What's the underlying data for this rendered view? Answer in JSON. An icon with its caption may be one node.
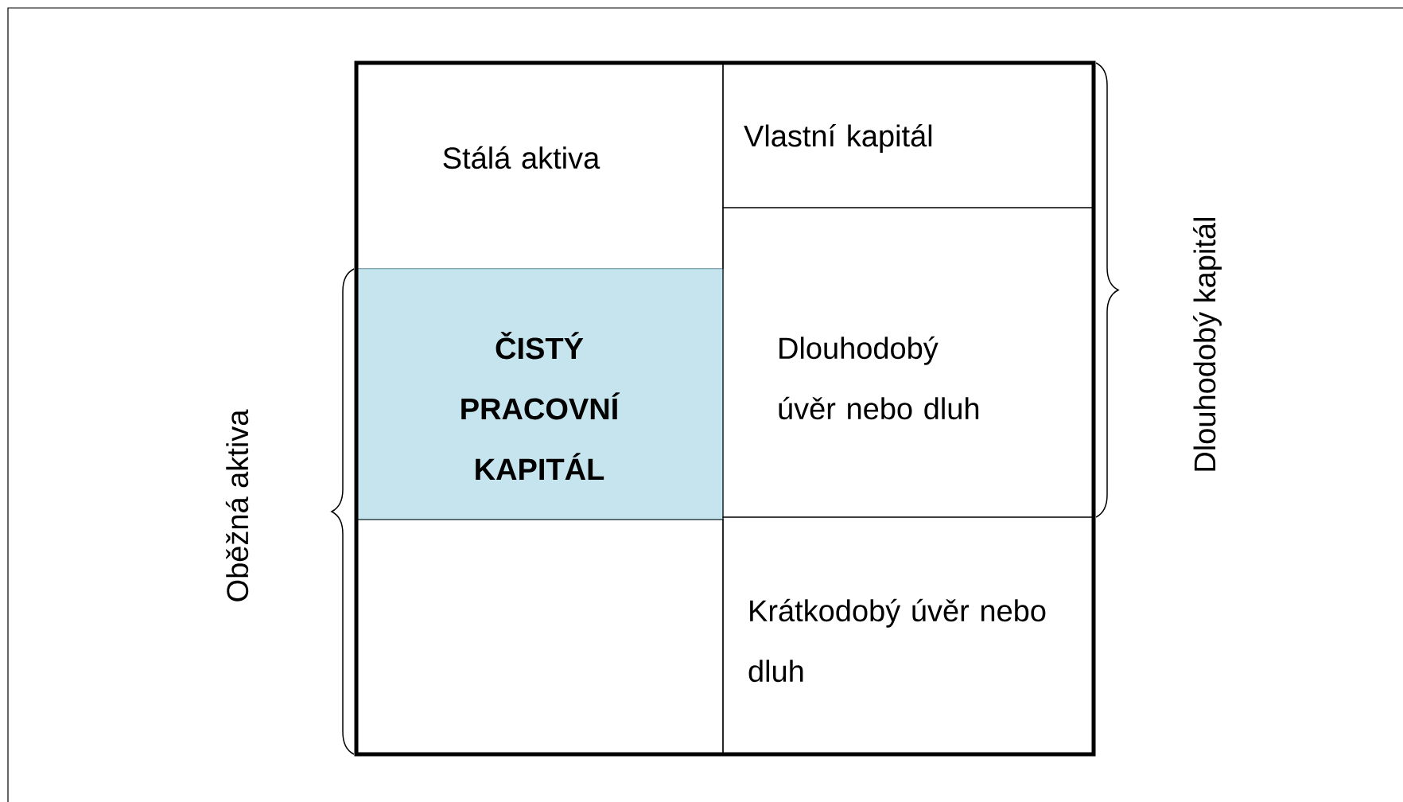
{
  "diagram": {
    "nodes": [
      {
        "text": [
          "Stálá aktiva"
        ]
      },
      {
        "text": [
          "Vlastní kapitál"
        ]
      },
      {
        "text": [
          "ČISTÝ PRACOVNÍ KAPITÁL"
        ]
      },
      {
        "text": [
          "Dlouhodobý úvěr nebo dluh"
        ]
      },
      {
        "text": [],
        "shape": "box"
      },
      {
        "text": [
          "Krátkodobý úvěr nebo dluh"
        ]
      }
    ],
    "labels": [
      "Oběžná aktiva",
      "Dlouhodobý kapitál"
    ]
  }
}
